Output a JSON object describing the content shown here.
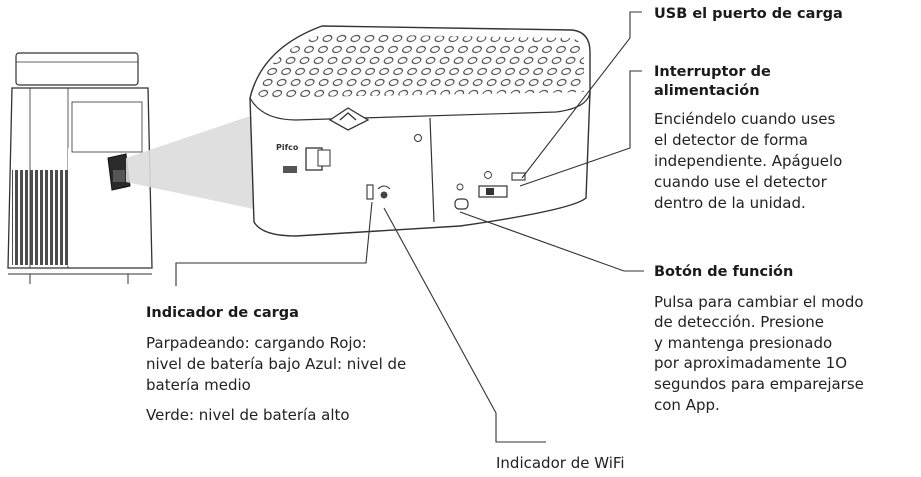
{
  "callouts": {
    "usb": {
      "title": "USB el puerto de carga"
    },
    "power": {
      "title_lines": [
        "Interruptor de",
        "alimentación"
      ],
      "body_lines": [
        "Enciéndelo cuando uses",
        "el detector de forma",
        "independiente. Apáguelo",
        "cuando use el detector",
        "dentro de la unidad."
      ]
    },
    "function": {
      "title": "Botón de función",
      "body_lines": [
        "Pulsa para cambiar el modo",
        "de detección. Presione",
        "y mantenga presionado",
        "por aproximadamente 1O",
        "segundos para emparejarse",
        "con App."
      ]
    },
    "charge": {
      "title": "Indicador de carga",
      "body_lines": [
        "Parpadeando: cargando Rojo:",
        "nivel de batería bajo Azul: nivel de",
        "batería medio"
      ],
      "extra": "Verde: nivel de batería alto"
    },
    "wifi": {
      "label": "Indicador de WiFi"
    }
  },
  "device_markings": {
    "brand": "Pifco"
  },
  "colors": {
    "line": "#333333",
    "text": "#1a1a1a",
    "highlight": "#dcdcdc"
  }
}
